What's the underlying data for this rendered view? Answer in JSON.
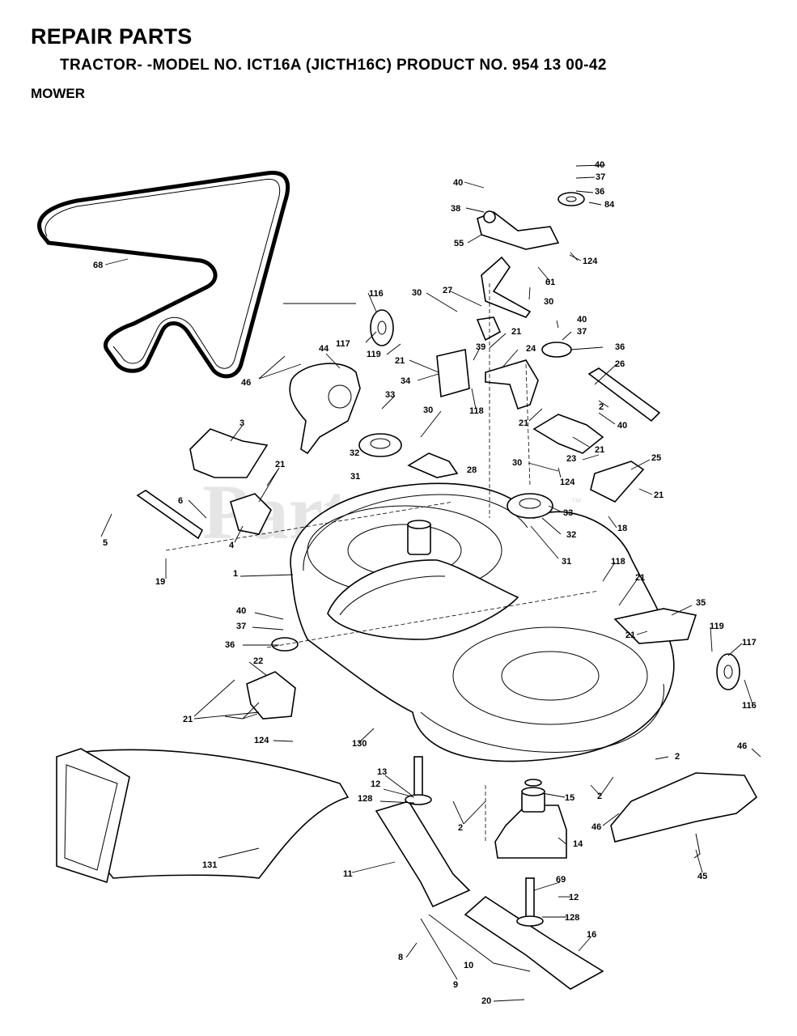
{
  "header": {
    "title": "REPAIR PARTS",
    "subtitle": "TRACTOR- -MODEL NO. ICT16A (JICTH16C) PRODUCT NO. 954 13 00-42",
    "section": "MOWER"
  },
  "watermark": {
    "text": "PartsTree",
    "trademark": "™"
  },
  "callouts": {
    "c1": "1",
    "c2a": "2",
    "c2b": "2",
    "c2c": "2",
    "c2d": "2",
    "c3": "3",
    "c4": "4",
    "c5": "5",
    "c6": "6",
    "c8": "8",
    "c9": "9",
    "c10": "10",
    "c11": "11",
    "c12a": "12",
    "c12b": "12",
    "c13": "13",
    "c14": "14",
    "c15": "15",
    "c16": "16",
    "c18": "18",
    "c19": "19",
    "c20": "20",
    "c21a": "21",
    "c21b": "21",
    "c21c": "21",
    "c21d": "21",
    "c21e": "21",
    "c21f": "21",
    "c21g": "21",
    "c21h": "21",
    "c21i": "21",
    "c22": "22",
    "c23": "23",
    "c24": "24",
    "c25": "25",
    "c26": "26",
    "c27": "27",
    "c28": "28",
    "c30a": "30",
    "c30b": "30",
    "c30c": "30",
    "c30d": "30",
    "c31a": "31",
    "c31b": "31",
    "c32a": "32",
    "c32b": "32",
    "c33a": "33",
    "c33b": "33",
    "c34": "34",
    "c35": "35",
    "c36a": "36",
    "c36b": "36",
    "c36c": "36",
    "c37a": "37",
    "c37b": "37",
    "c37c": "37",
    "c38": "38",
    "c39": "39",
    "c40a": "40",
    "c40b": "40",
    "c40c": "40",
    "c40d": "40",
    "c40e": "40",
    "c44": "44",
    "c45": "45",
    "c46a": "46",
    "c46b": "46",
    "c46c": "46",
    "c55": "55",
    "c61": "61",
    "c68": "68",
    "c69": "69",
    "c84": "84",
    "c116a": "116",
    "c116b": "116",
    "c117a": "117",
    "c117b": "117",
    "c118a": "118",
    "c118b": "118",
    "c119a": "119",
    "c119b": "119",
    "c124a": "124",
    "c124b": "124",
    "c124c": "124",
    "c128a": "128",
    "c128b": "128",
    "c130": "130",
    "c131": "131"
  }
}
